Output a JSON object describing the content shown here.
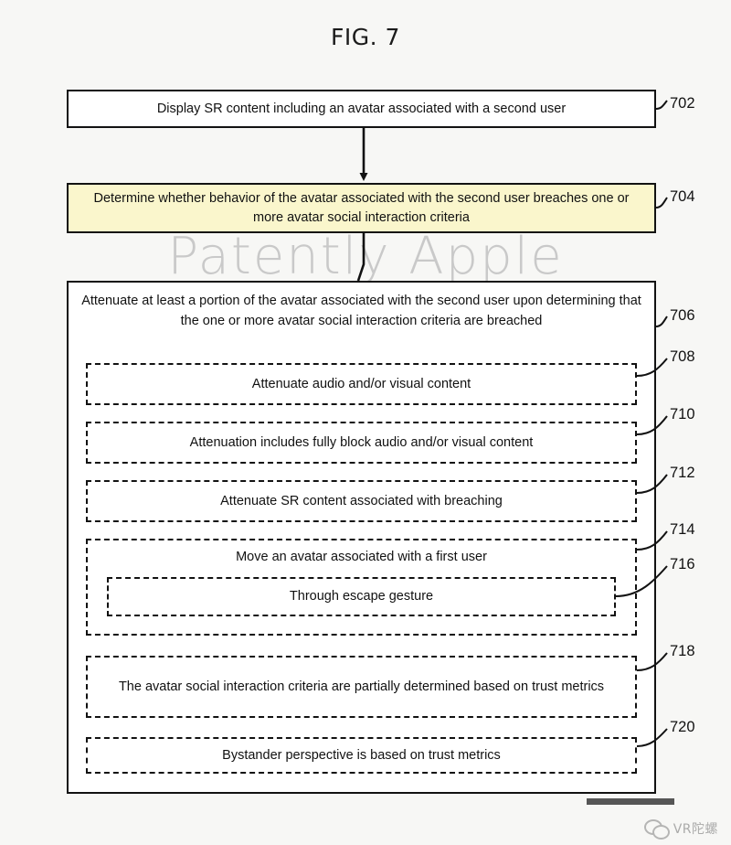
{
  "figure": {
    "title": "FIG. 7",
    "watermark": "Patently Apple"
  },
  "colors": {
    "page_background": "#f7f7f5",
    "box_stroke": "#121212",
    "box_fill": "#ffffff",
    "highlight_fill": "#faf6cc",
    "watermark_text": "#c9c9c9"
  },
  "flowchart": {
    "steps": [
      {
        "ref": "702",
        "text": "Display SR content including an avatar associated with a second user",
        "style": "solid",
        "highlighted": false
      },
      {
        "ref": "704",
        "text": "Determine whether behavior of the avatar associated with the second user breaches one or more avatar social interaction criteria",
        "style": "solid",
        "highlighted": true
      },
      {
        "ref": "706",
        "text": "Attenuate at least a portion of the avatar associated with the second user upon determining that the one or more avatar social interaction criteria are breached",
        "style": "solid",
        "highlighted": false
      },
      {
        "ref": "708",
        "text": "Attenuate audio and/or visual content",
        "style": "dashed",
        "highlighted": false
      },
      {
        "ref": "710",
        "text": "Attenuation includes fully block audio and/or visual content",
        "style": "dashed",
        "highlighted": false
      },
      {
        "ref": "712",
        "text": "Attenuate SR content associated with breaching",
        "style": "dashed",
        "highlighted": false
      },
      {
        "ref": "714",
        "text": "Move an avatar associated with a first user",
        "style": "dashed",
        "highlighted": false
      },
      {
        "ref": "716",
        "text": "Through escape gesture",
        "style": "dashed",
        "highlighted": false
      },
      {
        "ref": "718",
        "text": "The avatar social interaction criteria are partially determined based on trust metrics",
        "style": "dashed",
        "highlighted": false
      },
      {
        "ref": "720",
        "text": "Bystander perspective is based on trust metrics",
        "style": "dashed",
        "highlighted": false
      }
    ]
  },
  "footer": {
    "logo_text": "VR陀螺",
    "logo_icon": "wechat-icon"
  }
}
